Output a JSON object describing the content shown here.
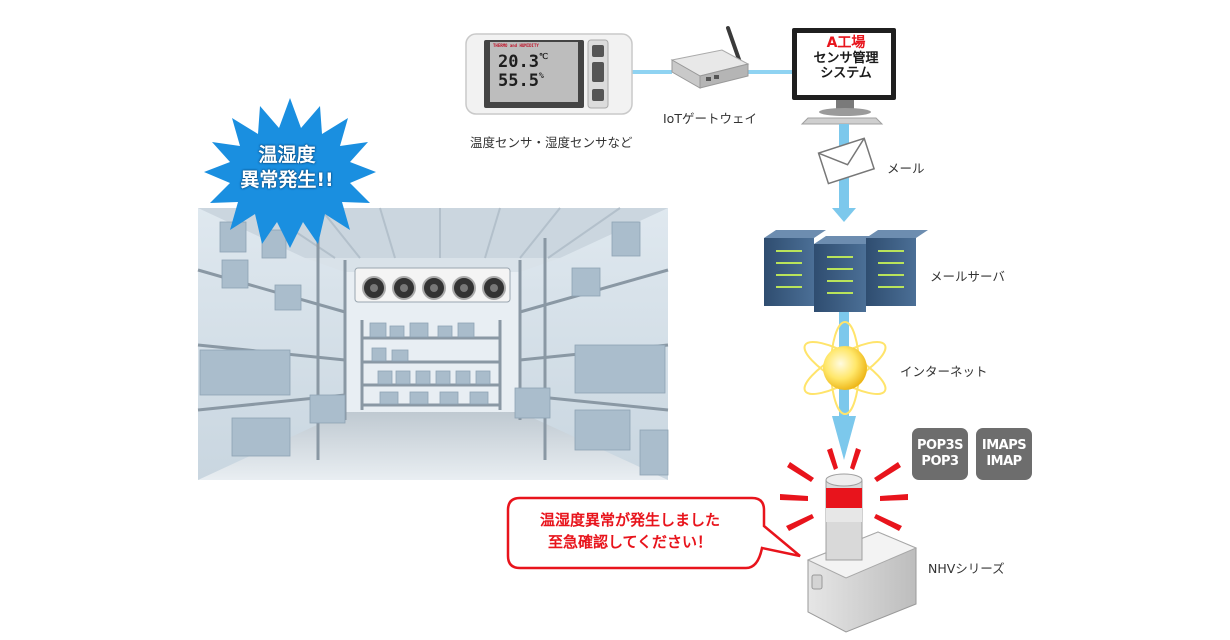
{
  "alert_burst": {
    "line1": "温湿度",
    "line2": "異常発生!!"
  },
  "sensor_device": {
    "label": "温度センサ・湿度センサなど",
    "brand_text": "THERMO and HUMIDITY",
    "temperature": "20.3",
    "temperature_unit": "℃",
    "humidity": "55.5",
    "humidity_unit": "%"
  },
  "gateway": {
    "label": "IoTゲートウェイ"
  },
  "management_system": {
    "line1": "A工場",
    "line2": "センサ管理",
    "line3": "システム"
  },
  "mail": {
    "label": "メール"
  },
  "mail_server": {
    "label": "メールサーバ"
  },
  "internet": {
    "label": "インターネット"
  },
  "protocols": [
    {
      "line1": "POP3S",
      "line2": "POP3"
    },
    {
      "line1": "IMAPS",
      "line2": "IMAP"
    }
  ],
  "nhv": {
    "label": "NHVシリーズ"
  },
  "speech_bubble": {
    "line1": "温湿度異常が発生しました",
    "line2": "至急確認してください！"
  },
  "colors": {
    "connector": "#8fd3f2",
    "arrow": "#7cc8ec",
    "alert_red": "#e8141c",
    "burst": "#1a8fe0"
  }
}
